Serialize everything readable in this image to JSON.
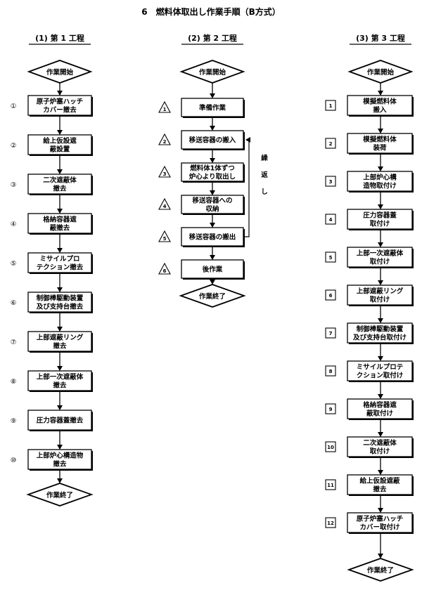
{
  "title": "6　燃料体取出し作業手順（B方式）",
  "columns": [
    {
      "header": "(1) 第 1 工程",
      "start": "作業開始",
      "end": "作業終了",
      "steps": [
        {
          "no": "①",
          "lines": [
            "原子炉塞ハッチ",
            "カバー撤去"
          ]
        },
        {
          "no": "②",
          "lines": [
            "給上仮設遮",
            "蔽設置"
          ]
        },
        {
          "no": "③",
          "lines": [
            "二次遮蔽体",
            "撤去"
          ]
        },
        {
          "no": "④",
          "lines": [
            "格納容器遮",
            "蔽撤去"
          ]
        },
        {
          "no": "⑤",
          "lines": [
            "ミサイルプロ",
            "テクション撤去"
          ]
        },
        {
          "no": "⑥",
          "lines": [
            "制御棒駆動装置",
            "及び支持台撤去"
          ]
        },
        {
          "no": "⑦",
          "lines": [
            "上部遮蔽リング",
            "撤去"
          ]
        },
        {
          "no": "⑧",
          "lines": [
            "上部一次遮蔽体",
            "撤去"
          ]
        },
        {
          "no": "⑨",
          "lines": [
            "圧力容器蓋撤去"
          ]
        },
        {
          "no": "⑩",
          "lines": [
            "上部炉心構造物",
            "撤去"
          ]
        }
      ]
    },
    {
      "header": "(2) 第 2 工程",
      "start": "作業開始",
      "end": "作業終了",
      "loop_label": "繰返し",
      "steps": [
        {
          "no": "1",
          "lines": [
            "準備作業"
          ]
        },
        {
          "no": "2",
          "lines": [
            "移送容器の搬入"
          ]
        },
        {
          "no": "3",
          "lines": [
            "燃料体1体ずつ",
            "炉心より取出し"
          ]
        },
        {
          "no": "4",
          "lines": [
            "移送容器への",
            "収納"
          ]
        },
        {
          "no": "5",
          "lines": [
            "移送容器の搬出"
          ]
        },
        {
          "no": "6",
          "lines": [
            "後作業"
          ]
        }
      ]
    },
    {
      "header": "(3) 第 3 工程",
      "start": "作業開始",
      "end": "作業終了",
      "steps": [
        {
          "no": "1",
          "lines": [
            "模擬燃料体",
            "搬入"
          ]
        },
        {
          "no": "2",
          "lines": [
            "模擬燃料体",
            "装荷"
          ]
        },
        {
          "no": "3",
          "lines": [
            "上部炉心構",
            "造物取付け"
          ]
        },
        {
          "no": "4",
          "lines": [
            "圧力容器蓋",
            "取付け"
          ]
        },
        {
          "no": "5",
          "lines": [
            "上部一次遮蔽体",
            "取付け"
          ]
        },
        {
          "no": "6",
          "lines": [
            "上部遮蔽リング",
            "取付け"
          ]
        },
        {
          "no": "7",
          "lines": [
            "制御棒駆動装置",
            "及び支持台取付け"
          ]
        },
        {
          "no": "8",
          "lines": [
            "ミサイルプロテ",
            "クション取付け"
          ]
        },
        {
          "no": "9",
          "lines": [
            "格納容器遮",
            "蔽取付け"
          ]
        },
        {
          "no": "10",
          "lines": [
            "二次遮蔽体",
            "取付け"
          ]
        },
        {
          "no": "11",
          "lines": [
            "給上仮設遮蔽",
            "撤去"
          ]
        },
        {
          "no": "12",
          "lines": [
            "原子炉塞ハッチ",
            "カバー取付け"
          ]
        }
      ]
    }
  ]
}
